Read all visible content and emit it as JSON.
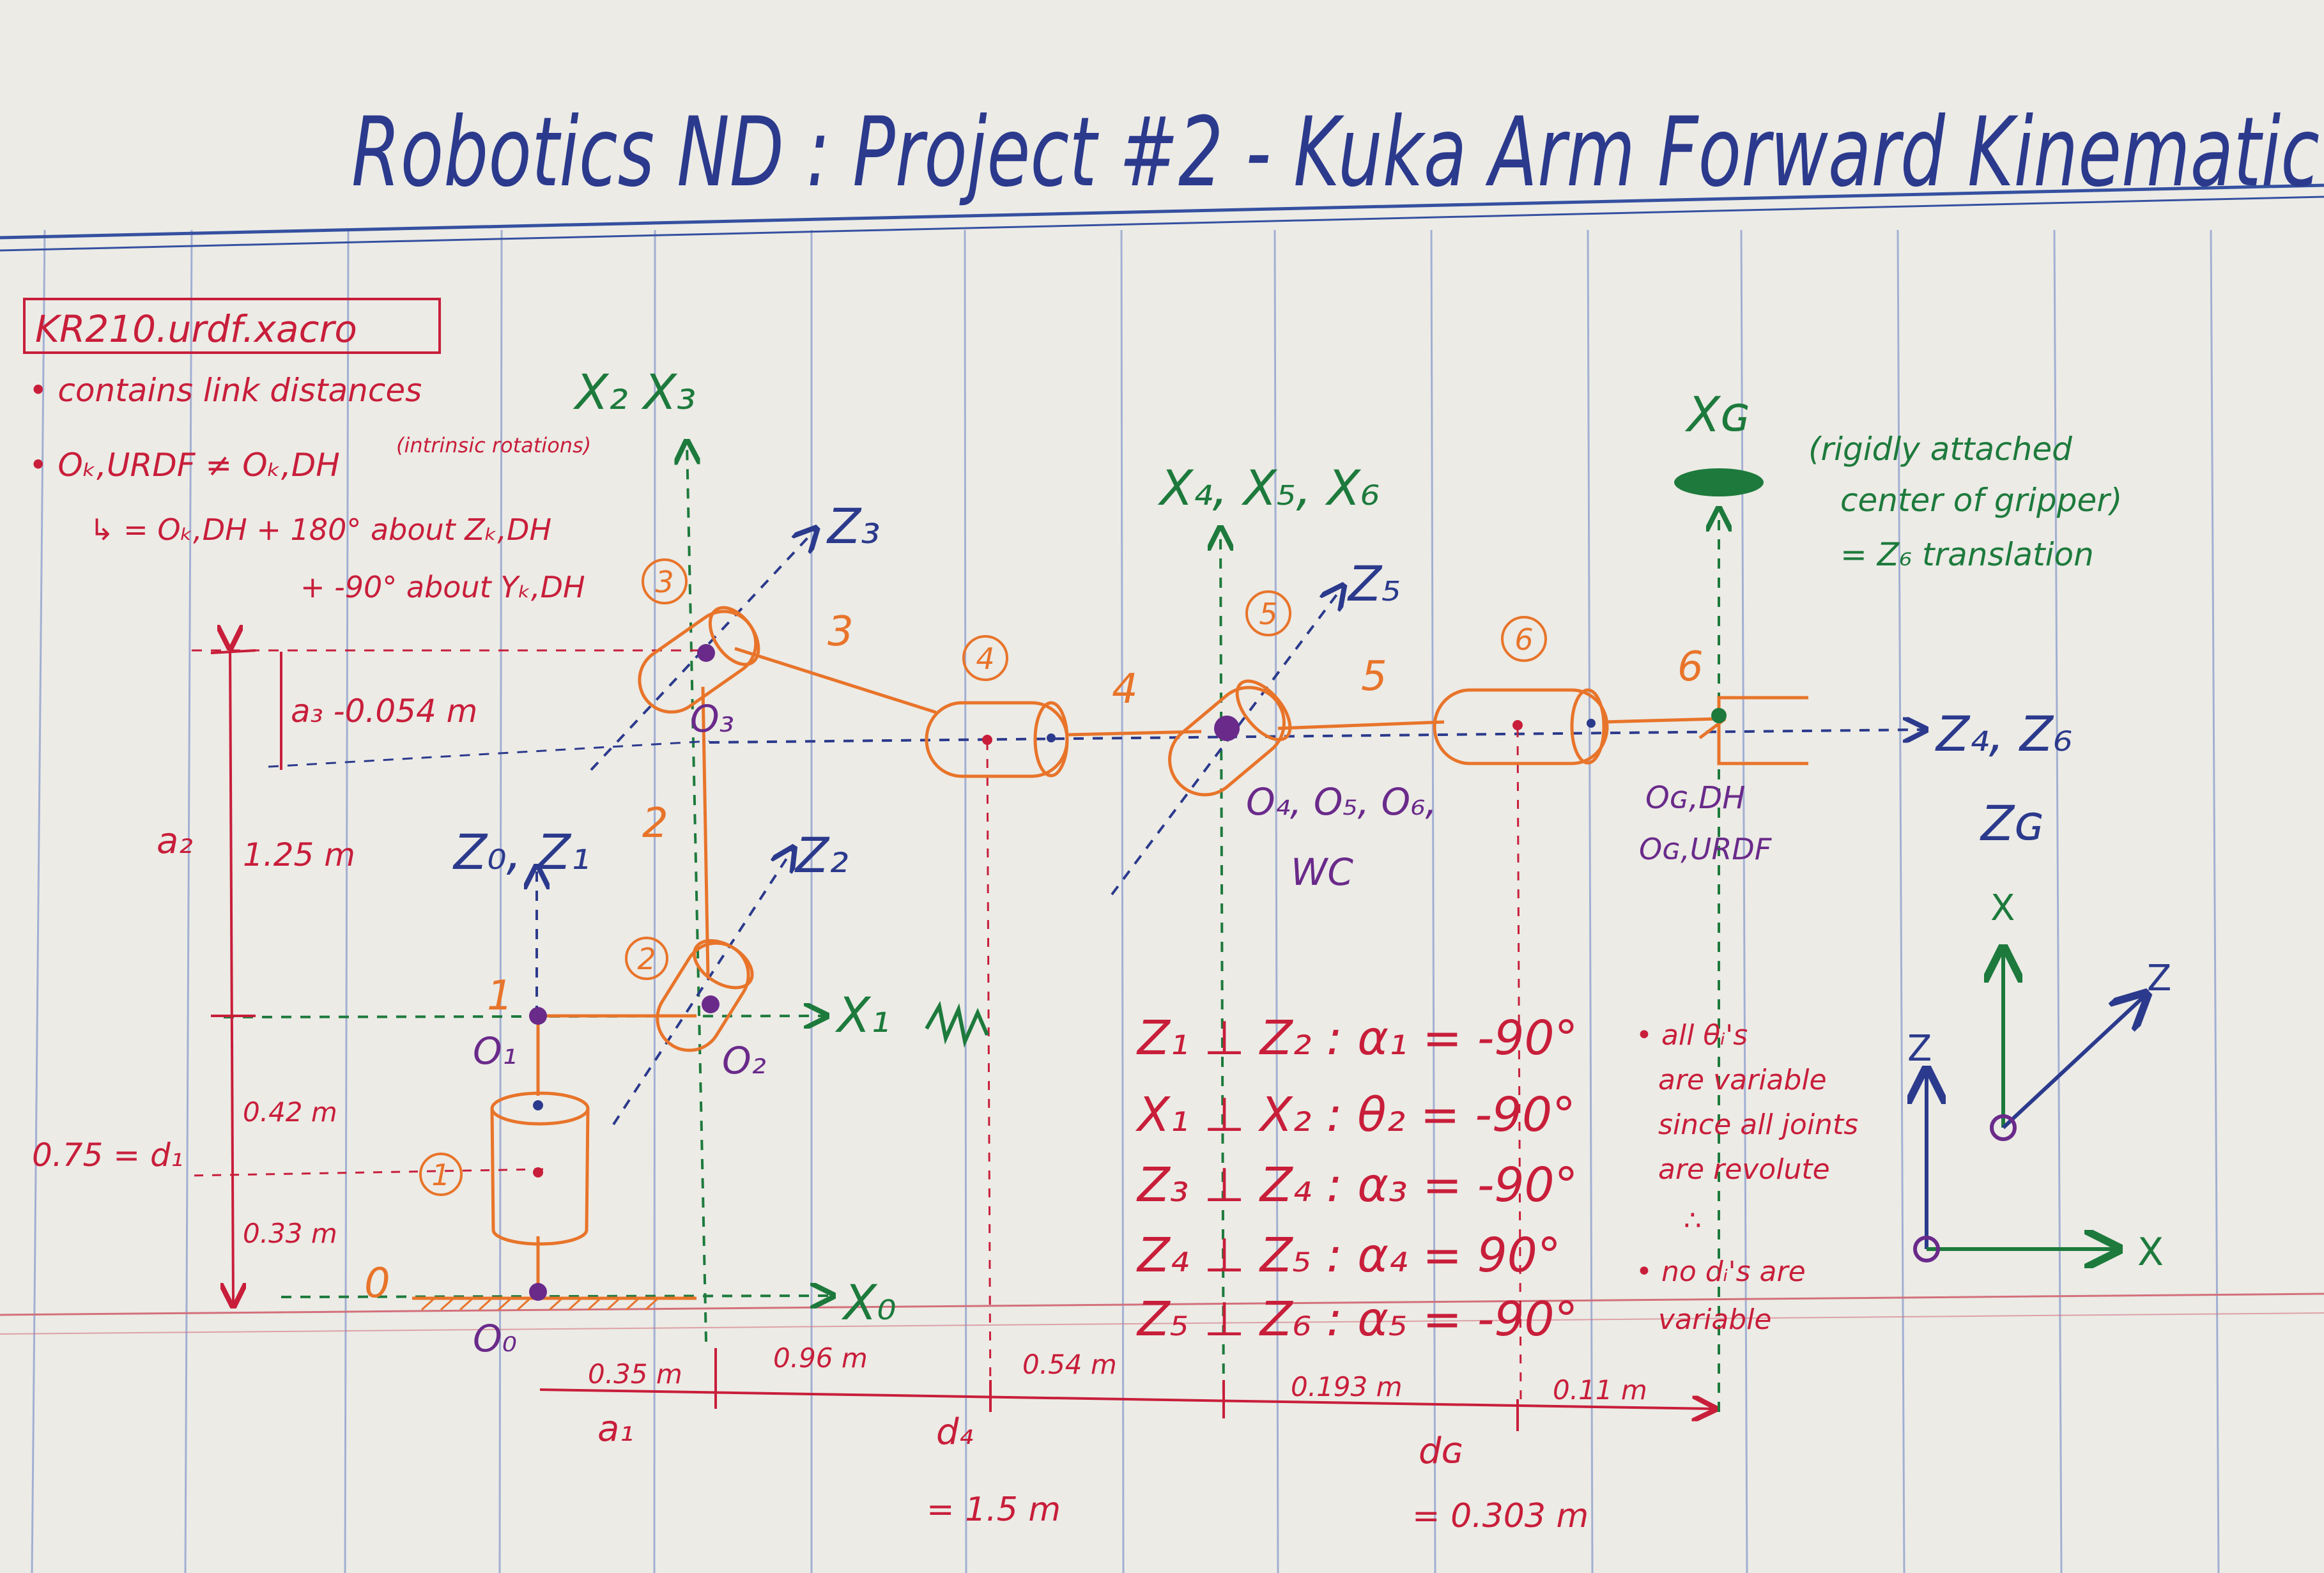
{
  "title": "Robotics ND : Project #2 - Kuka Arm Forward Kinematic",
  "notes": {
    "file": "KR210.urdf.xacro",
    "bullet1": "• contains link distances",
    "bullet2": "• Oₖ,URDF ≠ Oₖ,DH",
    "intrinsic": "(intrinsic rotations)",
    "eq1": "↳ = Oₖ,DH + 180° about Zₖ,DH",
    "eq2": "+ -90° about Yₖ,DH"
  },
  "frames": {
    "x2x3": "X₂ X₃",
    "z3": "Z₃",
    "z2": "Z₂",
    "z0z1": "Z₀, Z₁",
    "x1": "X₁",
    "x0": "X₀",
    "x4x5x6": "X₄, X₅, X₆",
    "z5": "Z₅",
    "xg": "Xɢ",
    "z4z6": "Z₄, Z₆",
    "zg": "Zɢ",
    "gripper_note1": "(rigidly attached",
    "gripper_note2": "center of gripper)",
    "gripper_note3": "= Z₆ translation"
  },
  "origins": {
    "o0": "O₀",
    "o1": "O₁",
    "o2": "O₂",
    "o3": "O₃",
    "o456": "O₄, O₅, O₆,",
    "wc": "WC",
    "og_dh": "Oɢ,DH",
    "og_urdf": "Oɢ,URDF"
  },
  "joints": [
    "1",
    "2",
    "3",
    "4",
    "5",
    "6"
  ],
  "links": [
    "0",
    "1",
    "2",
    "3",
    "4",
    "5",
    "6"
  ],
  "dimensions": {
    "a3": "a₃ -0.054 m",
    "a2_label": "a₂",
    "a2_val": "1.25 m",
    "d1_label": "0.75 = d₁",
    "d1_upper": "0.42 m",
    "d1_lower": "0.33 m",
    "h1": "0.35 m",
    "h2": "0.96 m",
    "h3": "0.54 m",
    "h4": "0.193 m",
    "h5": "0.11 m",
    "a1": "a₁",
    "d4": "d₄",
    "d4_val": "= 1.5 m",
    "dg": "dɢ",
    "dg_val": "= 0.303 m"
  },
  "twist": [
    "Z₁ ⊥ Z₂ : α₁ = -90°",
    "X₁ ⊥ X₂ : θ₂ = -90°",
    "Z₃ ⊥ Z₄ : α₃ = -90°",
    "Z₄ ⊥ Z₅ : α₄ = 90°",
    "Z₅ ⊥ Z₆ : α₅ = -90°"
  ],
  "joint_notes": [
    "• all θᵢ's",
    "are variable",
    "since all joints",
    "are revolute",
    "∴",
    "• no dᵢ's are",
    "variable"
  ],
  "legend": {
    "z": "Z",
    "x": "X",
    "z2": "Z",
    "x2": "X"
  },
  "colors": {
    "paper": "#ecebe6",
    "rule_blue": "#8a9ccc",
    "margin_red": "#d3707a",
    "blue_ink": "#2b3a8c",
    "green_ink": "#1d7a3c",
    "red_ink": "#c81e3a",
    "orange_ink": "#e8742a",
    "purple_ink": "#6a2a8a"
  }
}
